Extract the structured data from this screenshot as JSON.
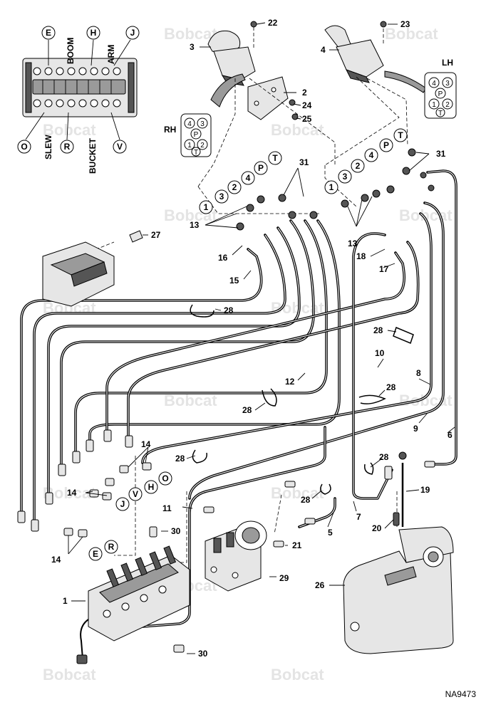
{
  "watermark": "Bobcat",
  "drawing_code": "NA9473",
  "port_sets": {
    "rh_title": "RH",
    "lh_title": "LH",
    "ports": [
      "4",
      "3",
      "P",
      "1",
      "2",
      "T"
    ]
  },
  "valve_ports": {
    "top": [
      "E",
      "H",
      "J"
    ],
    "top_names": [
      "BOOM",
      "ARM"
    ],
    "bottom": [
      "O",
      "R",
      "V"
    ],
    "bottom_names": [
      "SLEW",
      "BUCKET"
    ]
  },
  "hose_circles": {
    "right_group": [
      "1",
      "3",
      "2",
      "4",
      "P",
      "T"
    ],
    "left_group": [
      "1",
      "3",
      "2",
      "4",
      "P",
      "T"
    ],
    "lower": [
      "O",
      "H",
      "V",
      "J",
      "E",
      "R"
    ]
  },
  "callouts": [
    "1",
    "2",
    "3",
    "4",
    "5",
    "6",
    "7",
    "8",
    "9",
    "10",
    "11",
    "12",
    "13",
    "13",
    "14",
    "14",
    "14",
    "15",
    "16",
    "17",
    "18",
    "19",
    "20",
    "21",
    "22",
    "23",
    "24",
    "25",
    "26",
    "27",
    "28",
    "28",
    "28",
    "28",
    "28",
    "28",
    "28",
    "29",
    "30",
    "30",
    "31",
    "31"
  ]
}
